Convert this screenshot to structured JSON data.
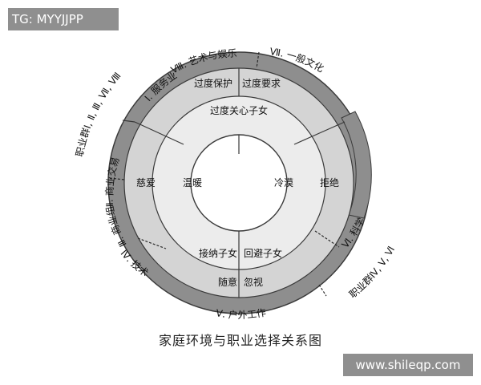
{
  "watermark_top": "TG: MYYJJPP",
  "watermark_bottom": "www.shileqp.com",
  "caption": "家庭环境与职业选择关系图",
  "arcs": {
    "top_left": "Ⅷ. 艺术与娱乐",
    "top_right": "Ⅶ. 一般文化",
    "left_upper": "Ⅰ. 服务业",
    "left_mid": "Ⅱ. 商业交易",
    "left_lower": "Ⅲ. 商业组织",
    "bottom_left": "Ⅳ. 技术",
    "bottom": "Ⅴ. 户外工作",
    "right_lower": "Ⅵ. 科学"
  },
  "groups": {
    "left": "职业群Ⅰ, Ⅱ, Ⅲ, Ⅶ, Ⅷ",
    "right": "职业群Ⅳ, Ⅴ, Ⅵ"
  },
  "middle_ring": {
    "top_left": "过度保护",
    "top_right": "过度要求",
    "left": "慈爱",
    "right": "拒绝",
    "bottom_left": "随意",
    "bottom_right": "忽视"
  },
  "inner_ring": {
    "top": "过度关心子女",
    "bottom_left": "接纳子女",
    "bottom_right": "回避子女"
  },
  "core": {
    "left": "温暖",
    "right": "冷漠"
  },
  "colors": {
    "outer_band": "#8e8e8e",
    "middle_ring": "#d4d4d4",
    "inner_ring": "#ececec",
    "core": "#ffffff",
    "line": "#3a3a3a"
  }
}
